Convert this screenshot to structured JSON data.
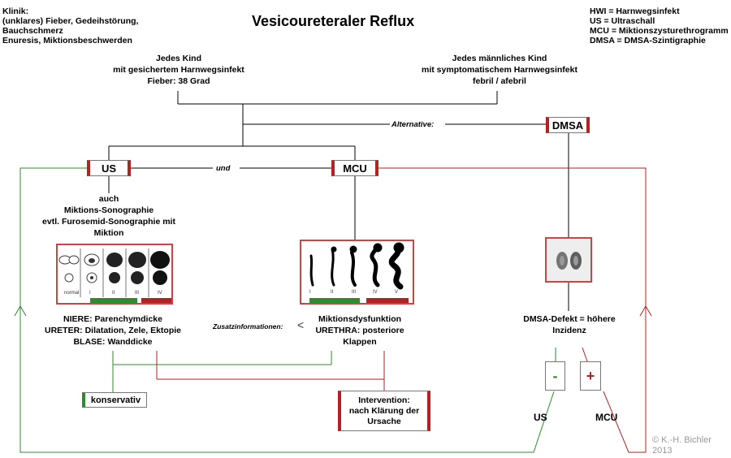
{
  "title": "Vesicoureteraler Reflux",
  "clinic": {
    "lines": [
      "Klinik:",
      "(unklares) Fieber, Gedeihstörung,",
      "Bauchschmerz",
      "Enuresis, Miktionsbeschwerden"
    ]
  },
  "legend": {
    "lines": [
      "HWI = Harnwegsinfekt",
      "US = Ultraschall",
      "MCU = Miktionszysturethrogramm",
      "DMSA = DMSA-Szintigraphie"
    ]
  },
  "left_top": {
    "lines": [
      "Jedes Kind",
      "mit gesichertem Harnwegsinfekt",
      "Fieber: 38 Grad"
    ]
  },
  "right_top": {
    "lines": [
      "Jedes männliches Kind",
      "mit symptomatischem Harnwegsinfekt",
      "febril / afebril"
    ]
  },
  "alternative_label": "Alternative:",
  "und_label": "und",
  "boxes": {
    "us": "US",
    "mcu": "MCU",
    "dmsa": "DMSA",
    "konservativ": "konservativ",
    "intervention": [
      "Intervention:",
      "nach Klärung der",
      "Ursache"
    ],
    "minus": "-",
    "plus": "+"
  },
  "us_text": {
    "lines": [
      "auch",
      "Miktions-Sonographie",
      "evtl. Furosemid-Sonographie mit",
      "Miktion"
    ]
  },
  "us_panel": {
    "labels": [
      "normal",
      "I",
      "II",
      "III",
      "IV"
    ]
  },
  "mcu_panel": {
    "labels": [
      "I",
      "II",
      "III",
      "IV",
      "V"
    ]
  },
  "us_findings": {
    "lines": [
      "NIERE: Parenchymdicke",
      "URETER: Dilatation, Zele, Ektopie",
      "BLASE: Wanddicke"
    ]
  },
  "zusatz_label": "Zusatzinformationen:",
  "zusatz_symbol": "<",
  "mcu_findings": {
    "lines": [
      "Miktionsdysfunktion",
      "URETHRA: posteriore",
      "Klappen"
    ]
  },
  "dmsa_text": {
    "lines": [
      "DMSA-Defekt = höhere",
      "Inzidenz"
    ]
  },
  "bottom_us": "US",
  "bottom_mcu": "MCU",
  "copyright": {
    "lines": [
      "© K.-H. Bichler",
      "2013"
    ]
  },
  "colors": {
    "green": "#2e8b2e",
    "red": "#b22222",
    "line": "#000000"
  }
}
